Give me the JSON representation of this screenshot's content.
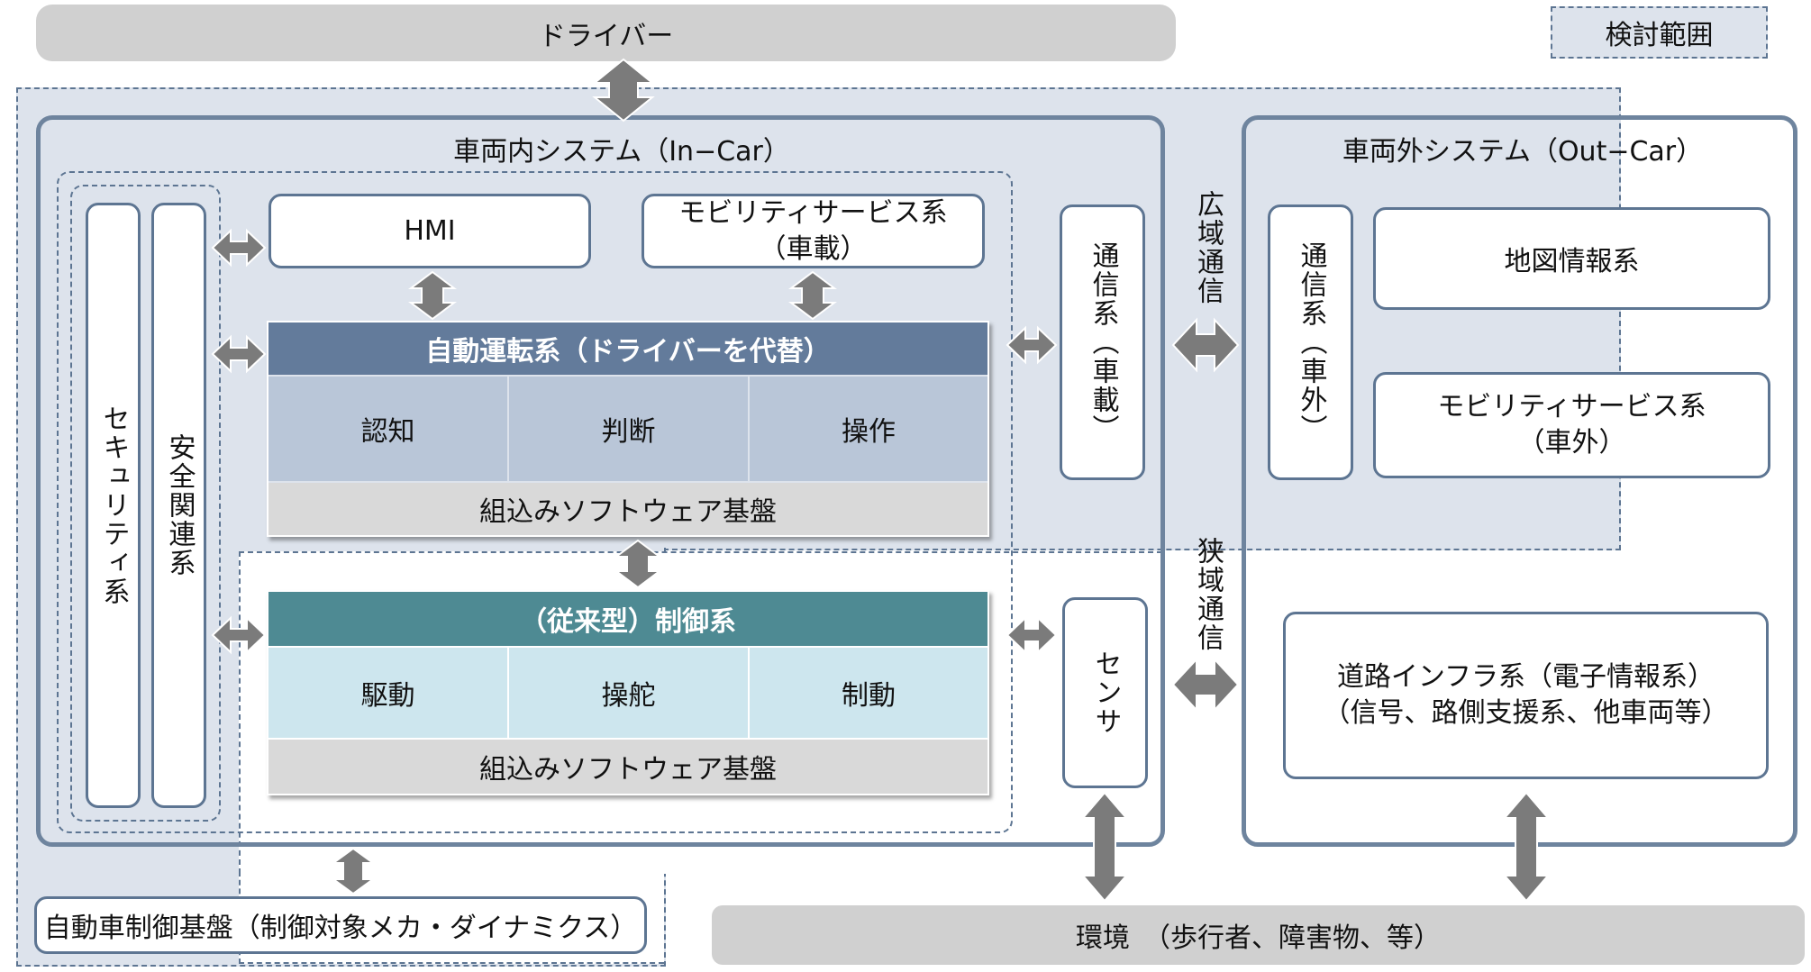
{
  "driver": "ドライバー",
  "scope_label": "検討範囲",
  "in_car": {
    "title": "車両内システム（In−Car）",
    "security": "セキュリティ系",
    "safety": "安全関連系",
    "hmi": "HMI",
    "mobility_line1": "モビリティサービス系",
    "mobility_line2": "（車載）",
    "autonomous": {
      "header": "自動運転系（ドライバーを代替）",
      "cells": [
        "認知",
        "判断",
        "操作"
      ],
      "base": "組込みソフトウェア基盤"
    },
    "control": {
      "header": "（従来型）制御系",
      "cells": [
        "駆動",
        "操舵",
        "制動"
      ],
      "base": "組込みソフトウェア基盤"
    },
    "comm": "通信系（車載）",
    "sensor": "センサ"
  },
  "wide_comm": "広域通信",
  "narrow_comm": "狭域通信",
  "out_car": {
    "title": "車両外システム（Out−Car）",
    "comm": "通信系（車外）",
    "map": "地図情報系",
    "mobility_line1": "モビリティサービス系",
    "mobility_line2": "（車外）",
    "infra_line1": "道路インフラ系（電子情報系）",
    "infra_line2": "（信号、路側支援系、他車両等）"
  },
  "platform": "自動車制御基盤（制御対象メカ・ダイナミクス）",
  "environment": "環境　（歩行者、障害物、等）",
  "colors": {
    "auto_header": "#637b9b",
    "auto_cells": "#b9c6d8",
    "ctrl_header": "#4e8a93",
    "ctrl_cells": "#cde6ee",
    "base": "#d9d9d9",
    "arrow": "#7b7b7b",
    "scope_fill": "#dde3ec",
    "border": "#5d7592"
  }
}
